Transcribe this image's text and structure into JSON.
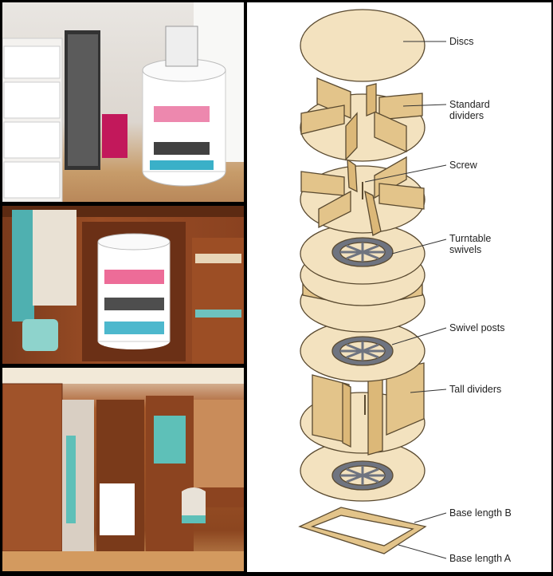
{
  "photos": [
    {
      "name": "closet-photo-white-drawers"
    },
    {
      "name": "closet-photo-wood-cabinets"
    },
    {
      "name": "closet-photo-corner-room"
    }
  ],
  "diagram": {
    "labels": {
      "discs": "Discs",
      "standard_dividers_1": "Standard",
      "standard_dividers_2": "dividers",
      "screw": "Screw",
      "turntable_swivels_1": "Turntable",
      "turntable_swivels_2": "swivels",
      "swivel_posts": "Swivel posts",
      "tall_dividers": "Tall dividers",
      "base_length_b": "Base length B",
      "base_length_a": "Base length A"
    },
    "colors": {
      "wood": "#f3e2bf",
      "divider": "#e3c48a",
      "outline": "#5a4a30",
      "swivel": "#6f7480"
    }
  }
}
